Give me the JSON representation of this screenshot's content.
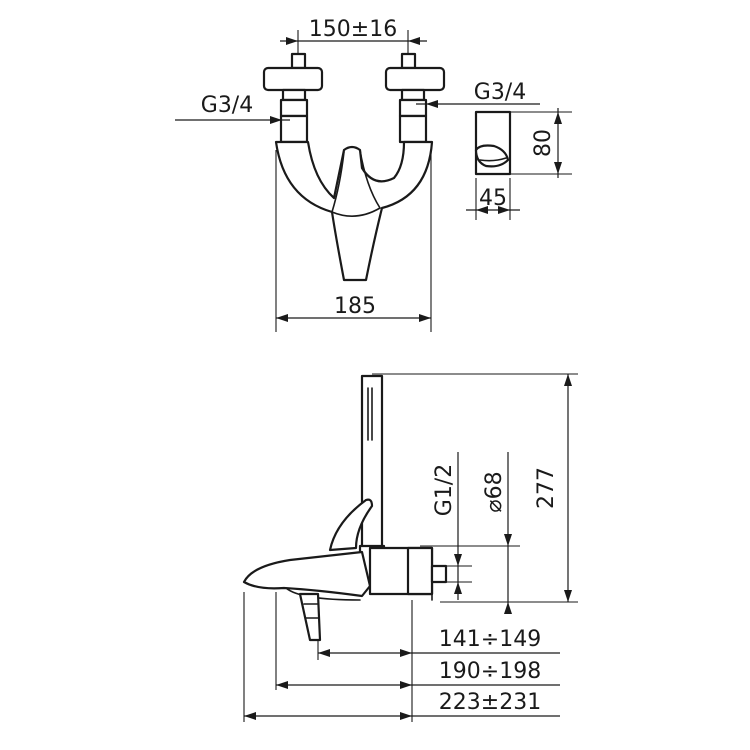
{
  "dimensions": {
    "inlet_spacing": "150±16",
    "left_thread": "G3/4",
    "right_thread": "G3/4",
    "body_width": "185",
    "flange_height": "80",
    "flange_depth": "45",
    "outlet_thread": "G1/2",
    "flange_diameter": "⌀68",
    "total_height": "277",
    "reach_1": "141÷149",
    "reach_2": "190÷198",
    "reach_3": "223±231"
  }
}
